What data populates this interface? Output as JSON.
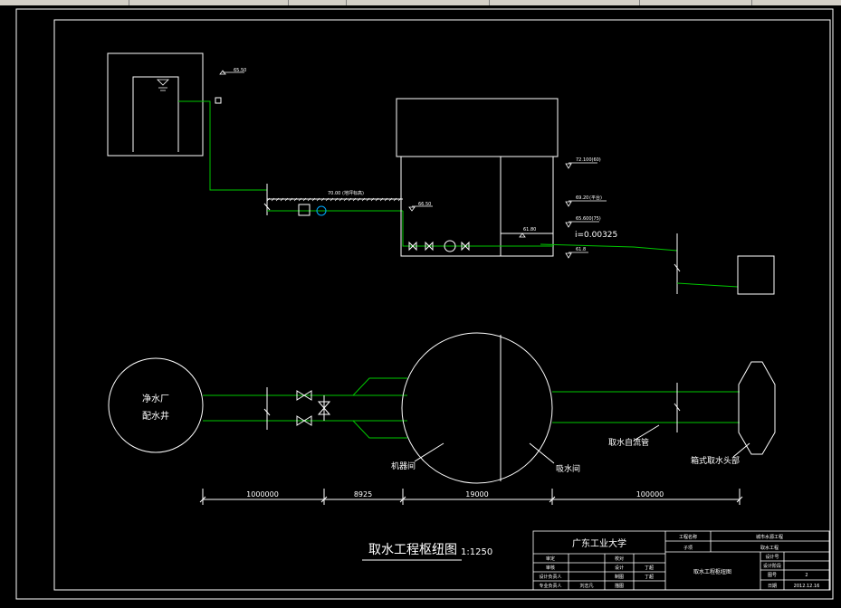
{
  "colors": {
    "background": "#000000",
    "lines": "#ffffff",
    "pipes": "#00c800",
    "title_block_text": "#ffffff"
  },
  "elevation": {
    "tank_level_mark": "65.50",
    "ground_mark": "70.00",
    "ground_label": "(地坪标高)",
    "pump_axis_mark": "66.50",
    "roof_mark": "72.100(60)",
    "floor_mark": "69.20",
    "floor_label": "(平台)",
    "bottom_mark": "65.600(75)",
    "well_mark": "61.80",
    "slope": "i=0.00325",
    "outlet_mark": "61.8"
  },
  "plan": {
    "clearwell_line1": "净水厂",
    "clearwell_line2": "配水井",
    "valve_room_label": "机器间",
    "intake_well_label": "吸水间",
    "gravity_pipe_label": "取水自流管",
    "intake_head_label": "箱式取水头部",
    "dims": [
      "1000000",
      "8925",
      "19000",
      "100000"
    ]
  },
  "drawing_title": "取水工程枢纽图",
  "drawing_scale": "1:1250",
  "title_block": {
    "school": "广东工业大学",
    "project_name_label": "工程名称",
    "project_name": "城市水源工程",
    "item_label": "子项",
    "item": "取水工程",
    "sheet_title": "取水工程枢纽图",
    "rows_left": [
      {
        "a": "审定",
        "b": "",
        "c": "校对",
        "d": ""
      },
      {
        "a": "审核",
        "b": "",
        "c": "设计",
        "d": "丁超"
      },
      {
        "a": "设计负责人",
        "b": "",
        "c": "制图",
        "d": "丁超"
      },
      {
        "a": "专业负责人",
        "b": "刘志凡",
        "c": "描图",
        "d": ""
      }
    ],
    "rows_right": [
      {
        "label": "设计号",
        "value": ""
      },
      {
        "label": "设计阶段",
        "value": ""
      },
      {
        "label": "图号",
        "value": "2"
      },
      {
        "label": "日期",
        "value": "2012.12.16"
      }
    ]
  }
}
